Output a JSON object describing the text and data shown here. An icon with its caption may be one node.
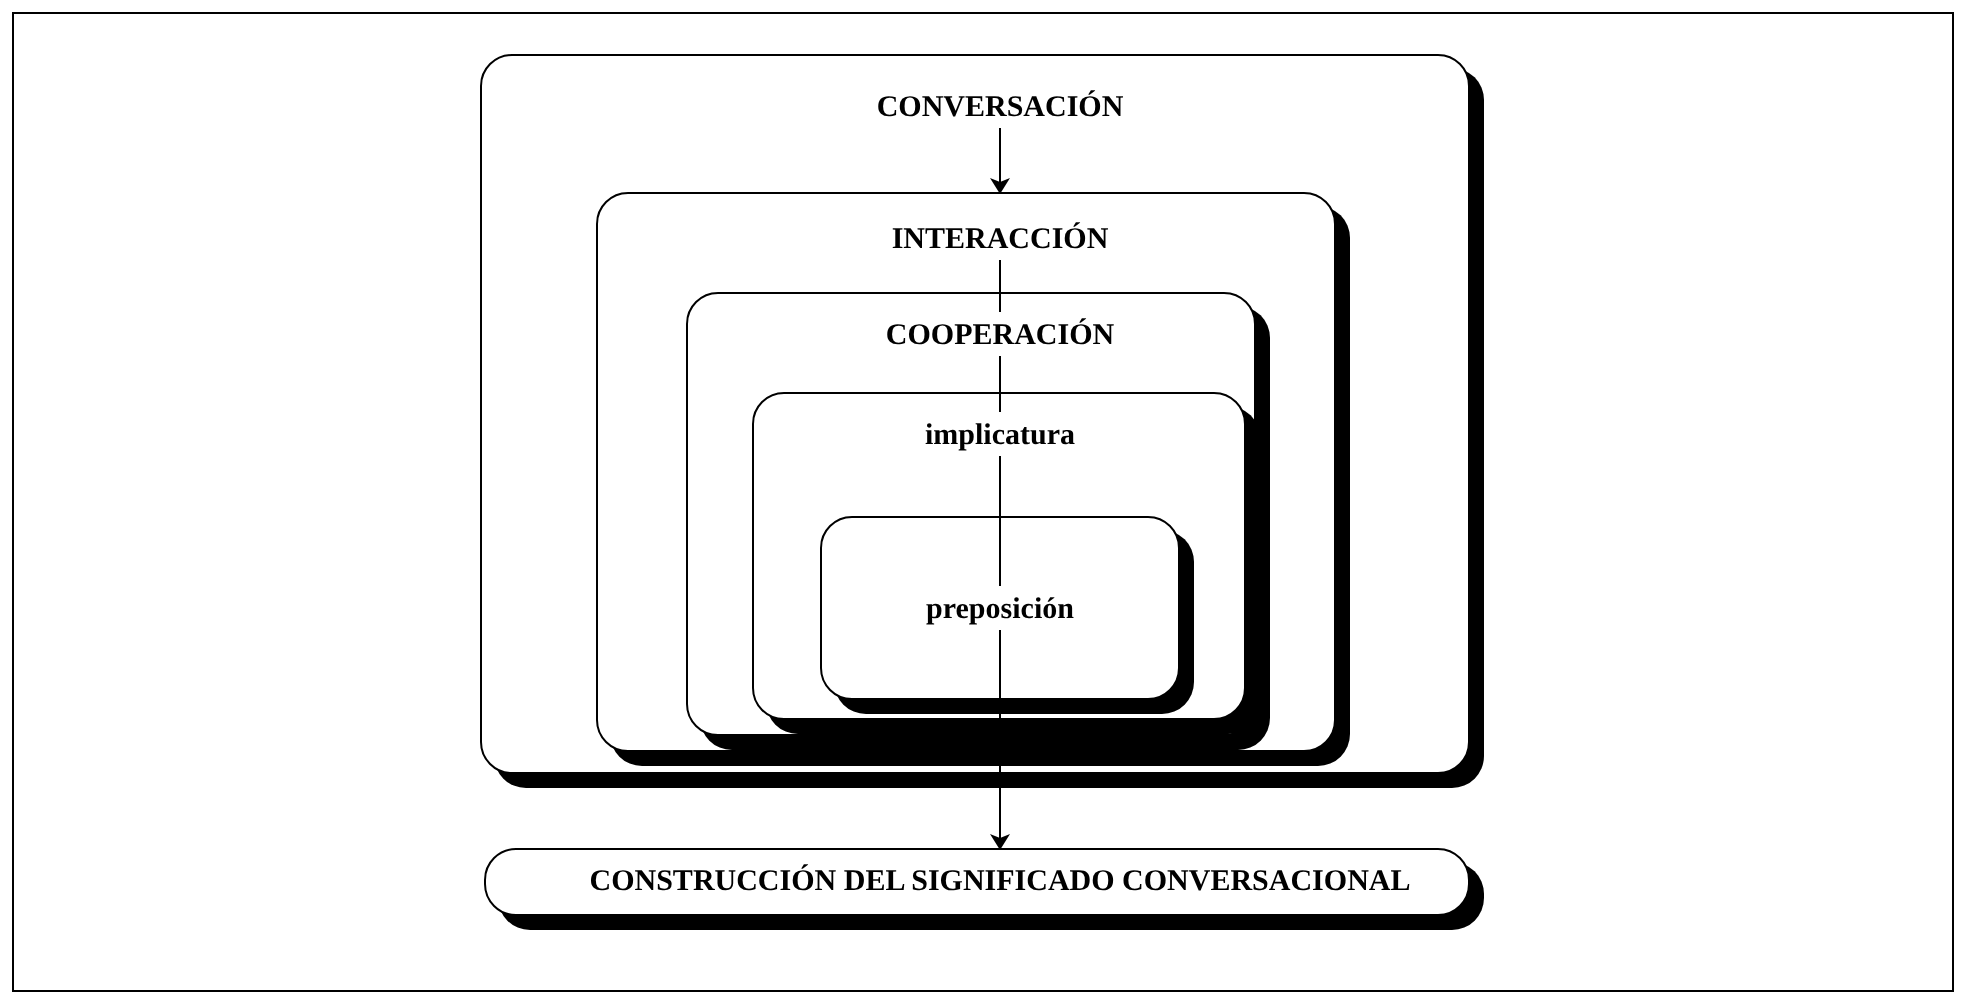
{
  "diagram": {
    "nodes": [
      {
        "text": [
          "CONVERSACIÓN"
        ]
      },
      {
        "text": [
          "INTERACCIÓN"
        ],
        "in": 0
      },
      {
        "text": [
          "COOPERACIÓN"
        ],
        "in": 1
      },
      {
        "text": [
          "implicatura"
        ],
        "in": 2
      },
      {
        "text": [
          "preposición"
        ],
        "in": 3
      },
      {
        "text": [
          "CONSTRUCCIÓN DEL SIGNIFICADO CONVERSACIONAL"
        ]
      }
    ],
    "edges": [
      {
        "from": 0,
        "to": 1,
        "arrow": "to"
      },
      {
        "from": 1,
        "to": 2,
        "arrow": "none"
      },
      {
        "from": 2,
        "to": 3,
        "arrow": "none"
      },
      {
        "from": 3,
        "to": 4,
        "arrow": "none"
      },
      {
        "from": 4,
        "to": 5,
        "arrow": "to"
      }
    ]
  }
}
